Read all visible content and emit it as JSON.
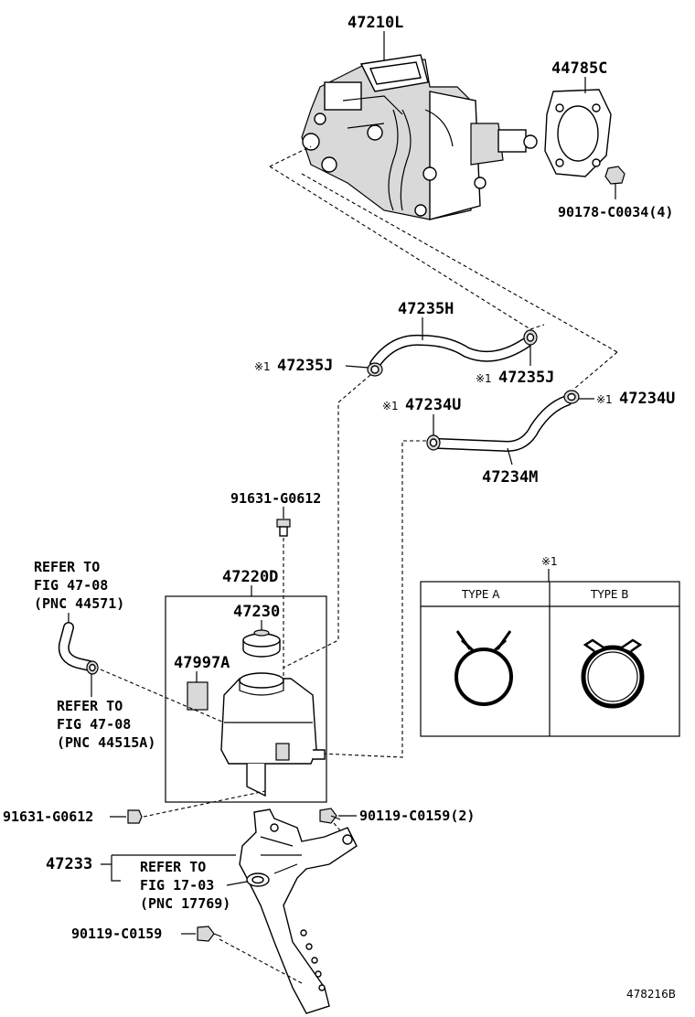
{
  "labels": {
    "booster": "47210L",
    "gasket": "44785C",
    "gasket_nut": "90178-C0034(4)",
    "hose_h": "47235H",
    "clamp_j_left_mark": "※1",
    "clamp_j_left": "47235J",
    "clamp_j_right_mark": "※1",
    "clamp_j_right": "47235J",
    "clamp_u_upper_mark": "※1",
    "clamp_u_upper": "47234U",
    "clamp_u_left_mark": "※1",
    "clamp_u_left": "47234U",
    "hose_m": "47234M",
    "clip_top": "91631-G0612",
    "reservoir_assy": "47220D",
    "cap": "47230",
    "label_plate": "47997A",
    "clip_bottom": "91631-G0612",
    "bolt_2": "90119-C0159(2)",
    "bracket": "47233",
    "bolt_1": "90119-C0159",
    "refer_upper": [
      "REFER TO",
      "FIG 47-08",
      "(PNC 44571)"
    ],
    "refer_middle": [
      "REFER TO",
      "FIG 47-08",
      "(PNC 44515A)"
    ],
    "refer_lower": [
      "REFER TO",
      "FIG 17-03",
      "(PNC 17769)"
    ],
    "figure_id": "478216B"
  },
  "legend": {
    "mark": "※1",
    "type_a": "TYPE A",
    "type_b": "TYPE B"
  }
}
